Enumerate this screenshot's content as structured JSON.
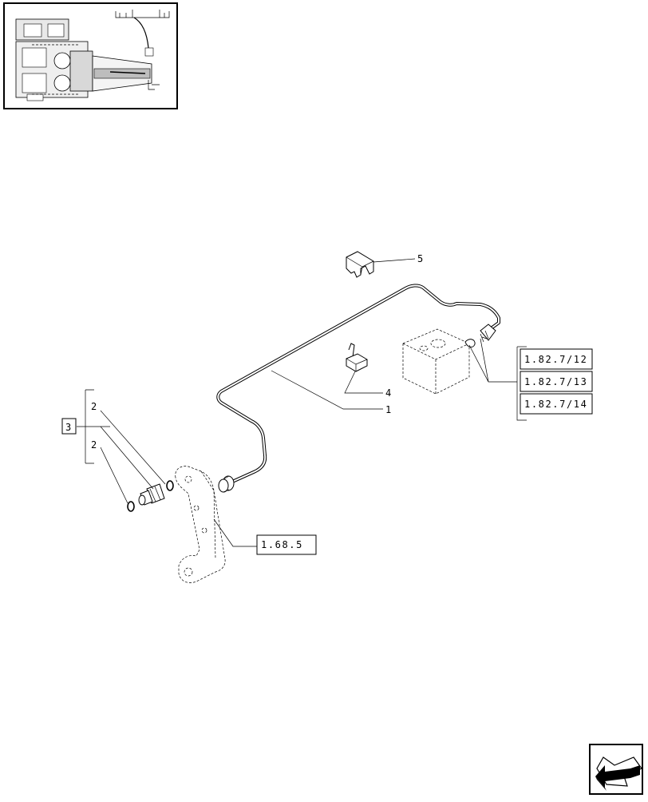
{
  "callouts": {
    "item_1": "1",
    "item_2_upper": "2",
    "item_2_lower": "2",
    "item_3": "3",
    "item_4": "4",
    "item_5": "5"
  },
  "references": {
    "ref_1_82_7_12": "1.82.7/12",
    "ref_1_82_7_13": "1.82.7/13",
    "ref_1_82_7_14": "1.82.7/14",
    "ref_1_68_5": "1.68.5"
  },
  "icons": {
    "thumbnail": "tractor-transmission-thumbnail",
    "navigation": "next-page-arrow-icon"
  }
}
